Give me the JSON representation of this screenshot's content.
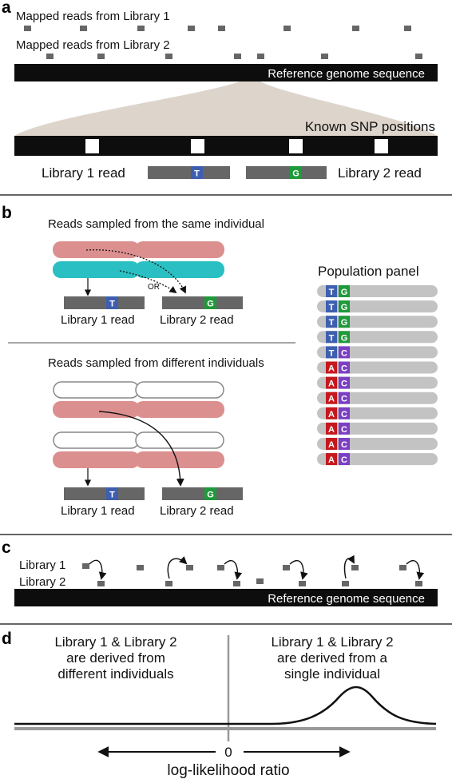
{
  "panel_a": {
    "letter": "a",
    "library1_mapped_label": "Mapped reads from Library 1",
    "library2_mapped_label": "Mapped reads from Library 2",
    "reference_label": "Reference genome sequence",
    "snp_label": "Known SNP positions",
    "library1_read_label": "Library 1 read",
    "library2_read_label": "Library 2 read",
    "library1_base": "T",
    "library2_base": "G"
  },
  "panel_b": {
    "letter": "b",
    "same_individual_title": "Reads sampled from the same individual",
    "or_label": "OR",
    "same_library1_read_label": "Library 1 read",
    "same_library2_read_label": "Library 2 read",
    "same_library1_base": "T",
    "same_library2_base": "G",
    "different_individuals_title": "Reads sampled from different individuals",
    "diff_library1_read_label": "Library 1 read",
    "diff_library2_read_label": "Library 2 read",
    "diff_library1_base": "T",
    "diff_library2_base": "G",
    "population_panel_title": "Population panel",
    "population_haplotypes": [
      [
        "T",
        "G"
      ],
      [
        "T",
        "G"
      ],
      [
        "T",
        "G"
      ],
      [
        "T",
        "G"
      ],
      [
        "T",
        "C"
      ],
      [
        "A",
        "C"
      ],
      [
        "A",
        "C"
      ],
      [
        "A",
        "C"
      ],
      [
        "A",
        "C"
      ],
      [
        "A",
        "C"
      ],
      [
        "A",
        "C"
      ],
      [
        "A",
        "C"
      ]
    ]
  },
  "panel_c": {
    "letter": "c",
    "library1_label": "Library 1",
    "library2_label": "Library 2",
    "reference_label": "Reference genome sequence"
  },
  "panel_d": {
    "letter": "d",
    "left_text": [
      "Library 1 & Library 2",
      "are derived from",
      "different individuals"
    ],
    "right_text": [
      "Library 1 & Library 2",
      "are derived from a",
      "single individual"
    ],
    "zero_label": "0",
    "axis_label": "log-likelihood ratio"
  },
  "colors": {
    "read_gray": "#666666",
    "bar_black": "#0d0d0d",
    "base_T": "#3e5fb0",
    "base_G": "#1f9a3a",
    "base_C": "#7b3fc4",
    "base_A": "#c4181d",
    "chromosome_pink": "#dc8f8f",
    "chromosome_teal": "#2ac0c3",
    "zoom_fill": "#ddd5cb",
    "panel_haplotype": "#c3c3c3"
  }
}
